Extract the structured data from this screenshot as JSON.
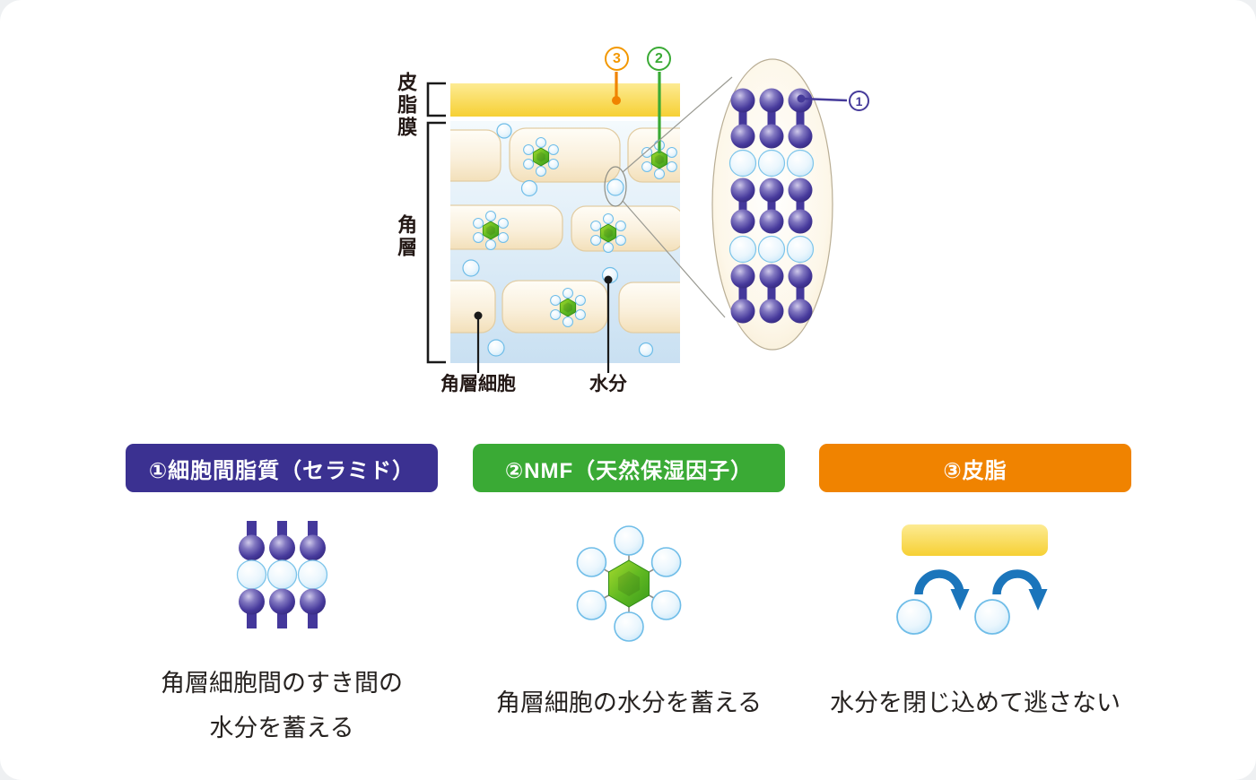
{
  "diagram": {
    "labels": {
      "sebum_film": "皮脂膜",
      "stratum_corneum": "角層",
      "corneocyte": "角層細胞",
      "moisture": "水分"
    },
    "callouts": {
      "one": "1",
      "two": "2",
      "three": "3"
    },
    "colors": {
      "purple": "#3b3191",
      "green": "#3aaa35",
      "orange": "#f08300",
      "orange_light": "#f39800",
      "sebum_yellow": "#f8d543",
      "water_blue": "#a5d8f2",
      "arrow_blue": "#1b75bb",
      "text_dark": "#231815"
    }
  },
  "columns": [
    {
      "badge": "①細胞間脂質（セラミド）",
      "icon": "ceramide-lamella-icon",
      "desc_line1": "角層細胞間のすき間の",
      "desc_line2": "水分を蓄える"
    },
    {
      "badge": "②NMF（天然保湿因子）",
      "icon": "nmf-molecule-icon",
      "desc_line1": "角層細胞の水分を蓄える"
    },
    {
      "badge": "③皮脂",
      "icon": "sebum-barrier-icon",
      "desc_line1": "水分を閉じ込めて逃さない"
    }
  ]
}
